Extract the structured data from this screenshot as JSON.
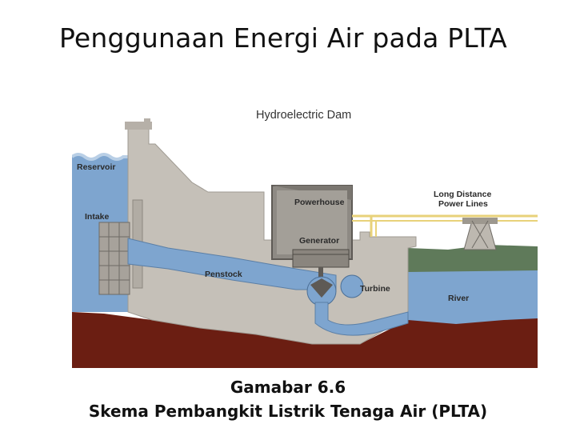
{
  "slide": {
    "title": "Penggunaan Energi Air pada PLTA"
  },
  "diagram": {
    "title": "Hydroelectric Dam",
    "labels": {
      "reservoir": "Reservoir",
      "intake": "Intake",
      "powerhouse": "Powerhouse",
      "generator": "Generator",
      "penstock": "Penstock",
      "turbine": "Turbine",
      "power_lines_1": "Long Distance",
      "power_lines_2": "Power Lines",
      "river": "River"
    },
    "colors": {
      "water": "#7ea5cf",
      "concrete": "#c5c0b8",
      "earth": "#6b1e12",
      "grass": "#5f7a5a",
      "power_lines": "#e8d27a"
    }
  },
  "caption": {
    "line1": "Gamabar 6.6",
    "line2": "Skema Pembangkit Listrik Tenaga Air (PLTA)"
  }
}
